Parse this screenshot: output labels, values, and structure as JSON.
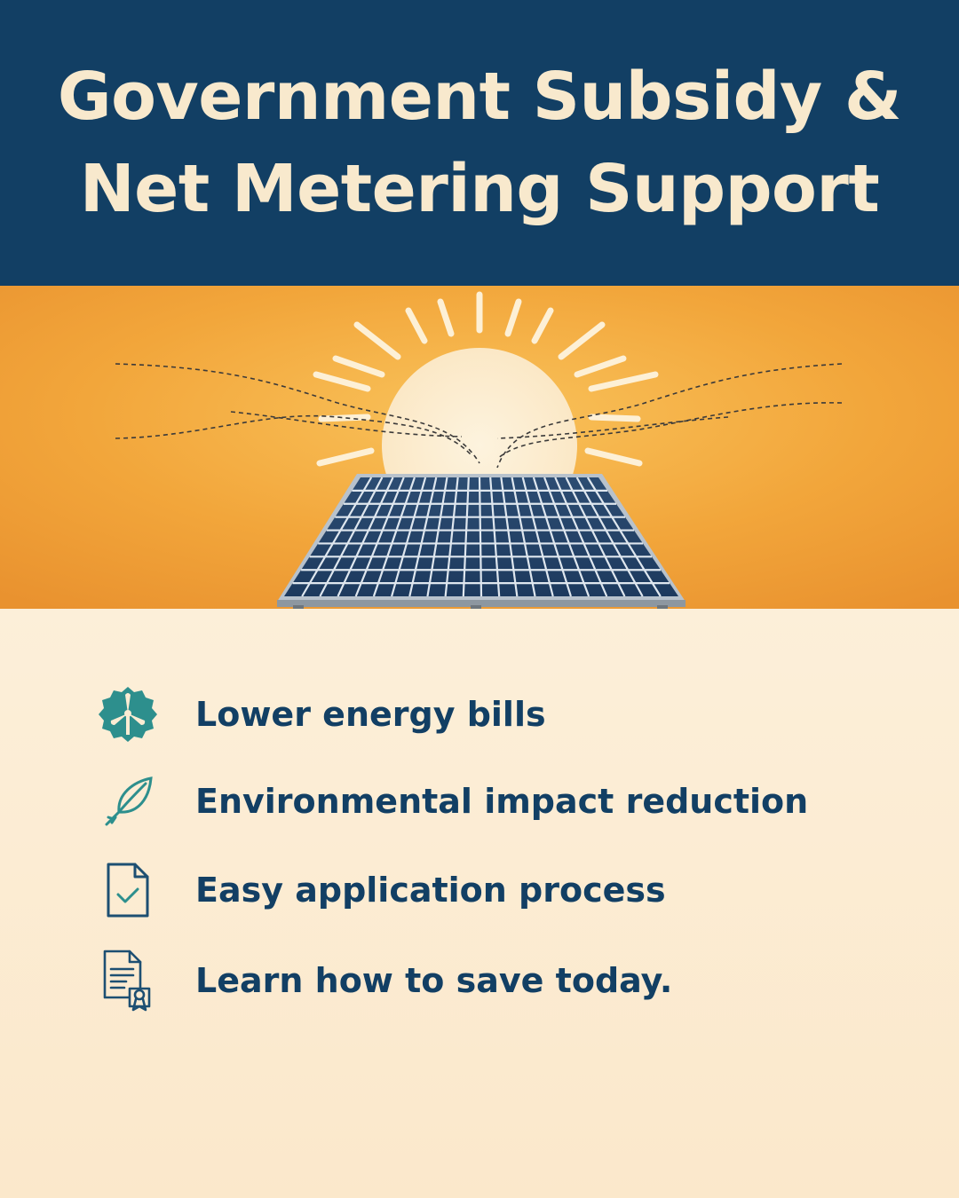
{
  "header": {
    "title_line1": "Government Subsidy &",
    "title_line2": "Net Metering Support"
  },
  "hero": {
    "illustration_icon": "solar-panel-sun-icon"
  },
  "benefits": [
    {
      "icon": "wind-turbine-badge-icon",
      "label": "Lower energy bills"
    },
    {
      "icon": "leaf-icon",
      "label": "Environmental impact reduction"
    },
    {
      "icon": "document-check-icon",
      "label": "Easy application process"
    },
    {
      "icon": "certificate-document-icon",
      "label": "Learn how to save today."
    }
  ],
  "colors": {
    "header_bg": "#123f64",
    "title_text": "#f8e9cd",
    "hero_orange": "#f1a23a",
    "body_bg": "#fbecd3",
    "label_text": "#123f64",
    "icon_teal": "#2d8f8d",
    "icon_navy": "#1d4f72"
  }
}
